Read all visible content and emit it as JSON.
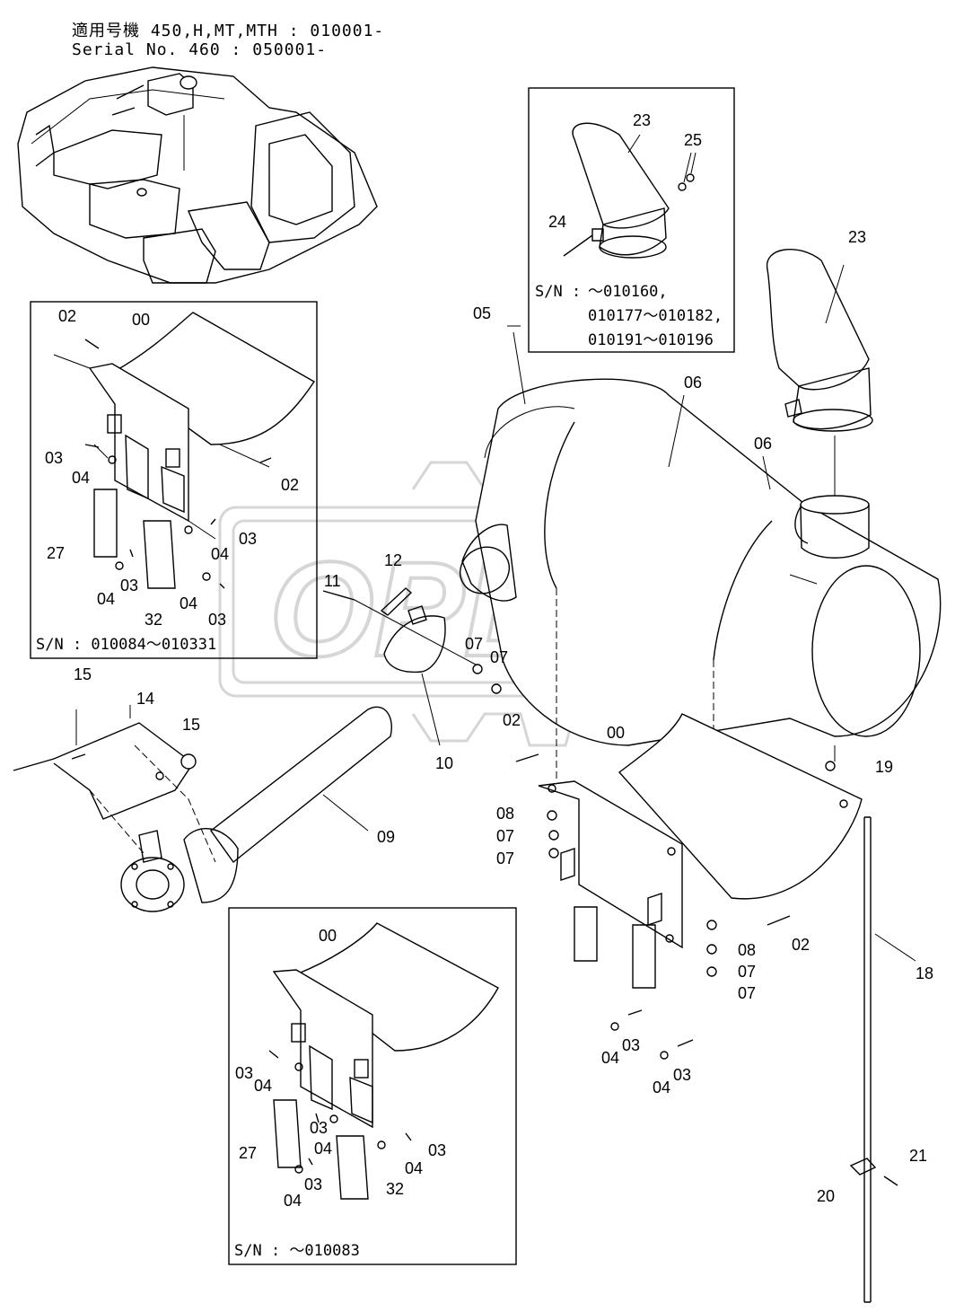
{
  "header": {
    "line1": "適用号機 450,H,MT,MTH : 010001-",
    "line2": "Serial No. 460 : 050001-"
  },
  "watermark": "OPEX",
  "inset_top_right": {
    "sn_label": "S/N :",
    "sn_lines": [
      "～010160,",
      "010177～010182,",
      "010191～010196"
    ]
  },
  "inset_left": {
    "sn_text": "S/N :  010084～010331"
  },
  "inset_bottom": {
    "sn_text": "S/N :  ～010083"
  },
  "labels": {
    "p23a": "23",
    "p25": "25",
    "p24": "24",
    "p23b": "23",
    "p05": "05",
    "p06a": "06",
    "p06b": "06",
    "l02a": "02",
    "l00": "00",
    "l03a": "03",
    "l04a": "04",
    "l02b": "02",
    "l03b": "03",
    "l27": "27",
    "l04b": "04",
    "l04c": "04",
    "l03c": "03",
    "l04d": "04",
    "l32": "32",
    "l03d": "03",
    "p11": "11",
    "p12": "12",
    "p07a": "07",
    "p07b": "07",
    "p15a": "15",
    "p14": "14",
    "p15b": "15",
    "p10": "10",
    "p02c": "02",
    "p00c": "00",
    "p19": "19",
    "p09": "09",
    "p08a": "08",
    "p07c": "07",
    "p07d": "07",
    "p02d": "02",
    "p08b": "08",
    "p07e": "07",
    "p07f": "07",
    "p18": "18",
    "p03e": "03",
    "p04e": "04",
    "p03f": "03",
    "p04f": "04",
    "b00": "00",
    "b03a": "03",
    "b04a": "04",
    "b03b": "03",
    "b04b": "04",
    "b03c": "03",
    "b27": "27",
    "b04c": "04",
    "b03d": "03",
    "b04d": "04",
    "b32": "32",
    "p21": "21",
    "p20": "20"
  }
}
